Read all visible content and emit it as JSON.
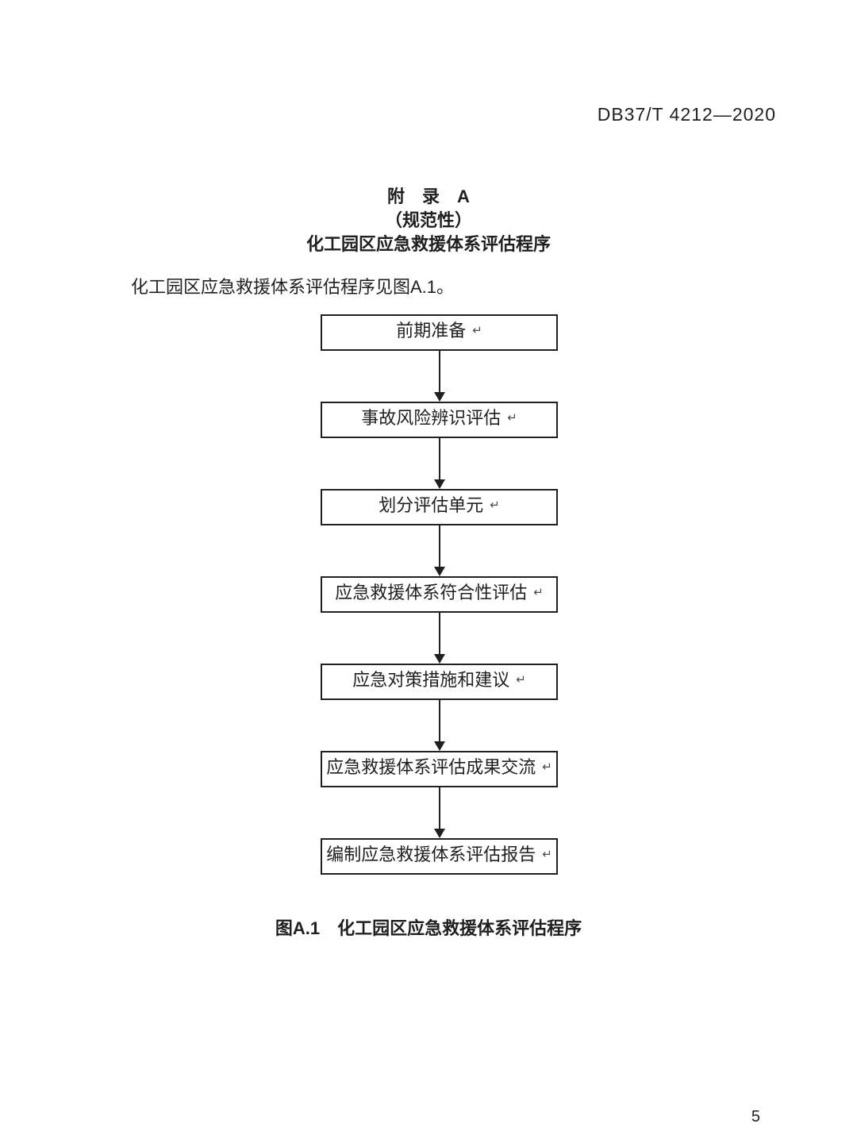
{
  "page": {
    "header_code": "DB37/T 4212—2020",
    "page_number": "5"
  },
  "appendix": {
    "title_line1": "附　录　A",
    "title_line2": "（规范性）",
    "title_line3": "化工园区应急救援体系评估程序",
    "intro_text": "化工园区应急救援体系评估程序见图A.1。"
  },
  "flowchart": {
    "return_mark": "↵",
    "steps": [
      {
        "label": "前期准备"
      },
      {
        "label": "事故风险辨识评估"
      },
      {
        "label": "划分评估单元"
      },
      {
        "label": "应急救援体系符合性评估"
      },
      {
        "label": "应急对策措施和建议"
      },
      {
        "label": "应急救援体系评估成果交流"
      },
      {
        "label": "编制应急救援体系评估报告"
      }
    ],
    "caption": "图A.1　化工园区应急救援体系评估程序"
  },
  "colors": {
    "text": "#1f1f1f",
    "box_border": "#1f1f1f",
    "background": "#ffffff"
  }
}
